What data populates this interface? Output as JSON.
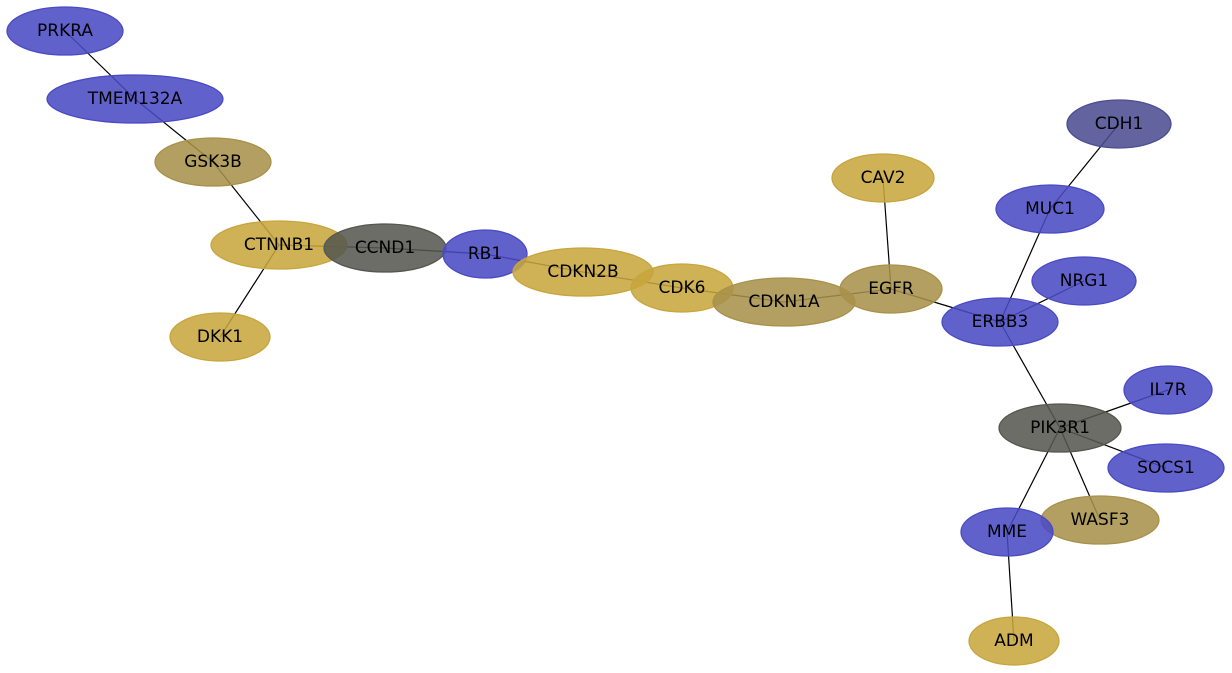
{
  "palette": {
    "blue": "#4a4ac4",
    "gold": "#c8a53d",
    "olive": "#a8914a",
    "darkgray": "#55574f",
    "slate": "#4c4c91"
  },
  "nodes": [
    {
      "id": "PRKRA",
      "label": "PRKRA",
      "color": "blue"
    },
    {
      "id": "TMEM132A",
      "label": "TMEM132A",
      "color": "blue"
    },
    {
      "id": "GSK3B",
      "label": "GSK3B",
      "color": "olive"
    },
    {
      "id": "CTNNB1",
      "label": "CTNNB1",
      "color": "gold"
    },
    {
      "id": "DKK1",
      "label": "DKK1",
      "color": "gold"
    },
    {
      "id": "CCND1",
      "label": "CCND1",
      "color": "darkgray"
    },
    {
      "id": "RB1",
      "label": "RB1",
      "color": "blue"
    },
    {
      "id": "CDKN2B",
      "label": "CDKN2B",
      "color": "gold"
    },
    {
      "id": "CDK6",
      "label": "CDK6",
      "color": "gold"
    },
    {
      "id": "CDKN1A",
      "label": "CDKN1A",
      "color": "olive"
    },
    {
      "id": "EGFR",
      "label": "EGFR",
      "color": "olive"
    },
    {
      "id": "CAV2",
      "label": "CAV2",
      "color": "gold"
    },
    {
      "id": "ERBB3",
      "label": "ERBB3",
      "color": "blue"
    },
    {
      "id": "MUC1",
      "label": "MUC1",
      "color": "blue"
    },
    {
      "id": "CDH1",
      "label": "CDH1",
      "color": "slate"
    },
    {
      "id": "NRG1",
      "label": "NRG1",
      "color": "blue"
    },
    {
      "id": "PIK3R1",
      "label": "PIK3R1",
      "color": "darkgray"
    },
    {
      "id": "IL7R",
      "label": "IL7R",
      "color": "blue"
    },
    {
      "id": "SOCS1",
      "label": "SOCS1",
      "color": "blue"
    },
    {
      "id": "WASF3",
      "label": "WASF3",
      "color": "olive"
    },
    {
      "id": "MME",
      "label": "MME",
      "color": "blue"
    },
    {
      "id": "ADM",
      "label": "ADM",
      "color": "gold"
    }
  ],
  "edges": [
    {
      "from": "PRKRA",
      "to": "TMEM132A"
    },
    {
      "from": "TMEM132A",
      "to": "GSK3B"
    },
    {
      "from": "GSK3B",
      "to": "CTNNB1"
    },
    {
      "from": "CTNNB1",
      "to": "DKK1"
    },
    {
      "from": "CTNNB1",
      "to": "CCND1"
    },
    {
      "from": "CCND1",
      "to": "RB1"
    },
    {
      "from": "RB1",
      "to": "CDKN2B"
    },
    {
      "from": "CDKN2B",
      "to": "CDK6"
    },
    {
      "from": "CDK6",
      "to": "CDKN1A"
    },
    {
      "from": "CDKN1A",
      "to": "EGFR"
    },
    {
      "from": "EGFR",
      "to": "CAV2"
    },
    {
      "from": "EGFR",
      "to": "ERBB3"
    },
    {
      "from": "ERBB3",
      "to": "MUC1"
    },
    {
      "from": "MUC1",
      "to": "CDH1"
    },
    {
      "from": "ERBB3",
      "to": "NRG1"
    },
    {
      "from": "ERBB3",
      "to": "PIK3R1"
    },
    {
      "from": "PIK3R1",
      "to": "IL7R"
    },
    {
      "from": "PIK3R1",
      "to": "SOCS1"
    },
    {
      "from": "PIK3R1",
      "to": "WASF3"
    },
    {
      "from": "PIK3R1",
      "to": "MME"
    },
    {
      "from": "MME",
      "to": "ADM"
    }
  ]
}
